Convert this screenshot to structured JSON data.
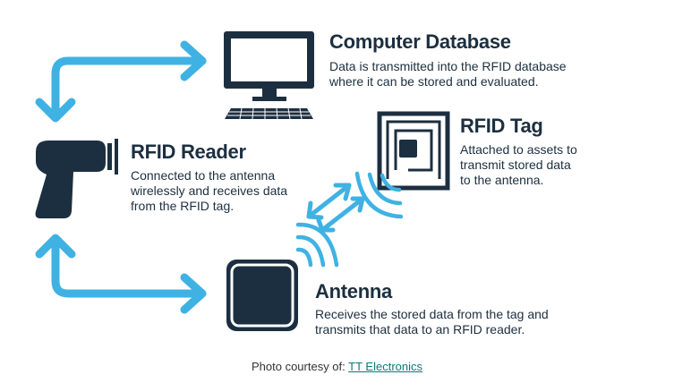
{
  "colors": {
    "navy": "#1c2f40",
    "sky_blue": "#3fb2e3",
    "link": "#0b7a7a",
    "caption_text": "#333333"
  },
  "nodes": {
    "computer": {
      "icon": "computer-monitor-keyboard-icon",
      "title": "Computer Database",
      "desc": [
        "Data is transmitted into the RFID database",
        "where it can be stored and evaluated."
      ]
    },
    "reader": {
      "icon": "handheld-scanner-icon",
      "title": "RFID Reader",
      "desc": [
        "Connected to the antenna",
        "wirelessly and receives data",
        "from the RFID tag."
      ]
    },
    "tag": {
      "icon": "rfid-tag-icon",
      "title": "RFID Tag",
      "desc": [
        "Attached to assets to",
        "transmit stored data",
        "to the antenna."
      ]
    },
    "antenna": {
      "icon": "antenna-square-icon",
      "title": "Antenna",
      "desc": [
        "Receives the stored data from the tag and",
        "transmits that data to an RFID reader."
      ]
    }
  },
  "caption": {
    "prefix": "Photo courtesy of: ",
    "link_text": "TT Electronics"
  }
}
